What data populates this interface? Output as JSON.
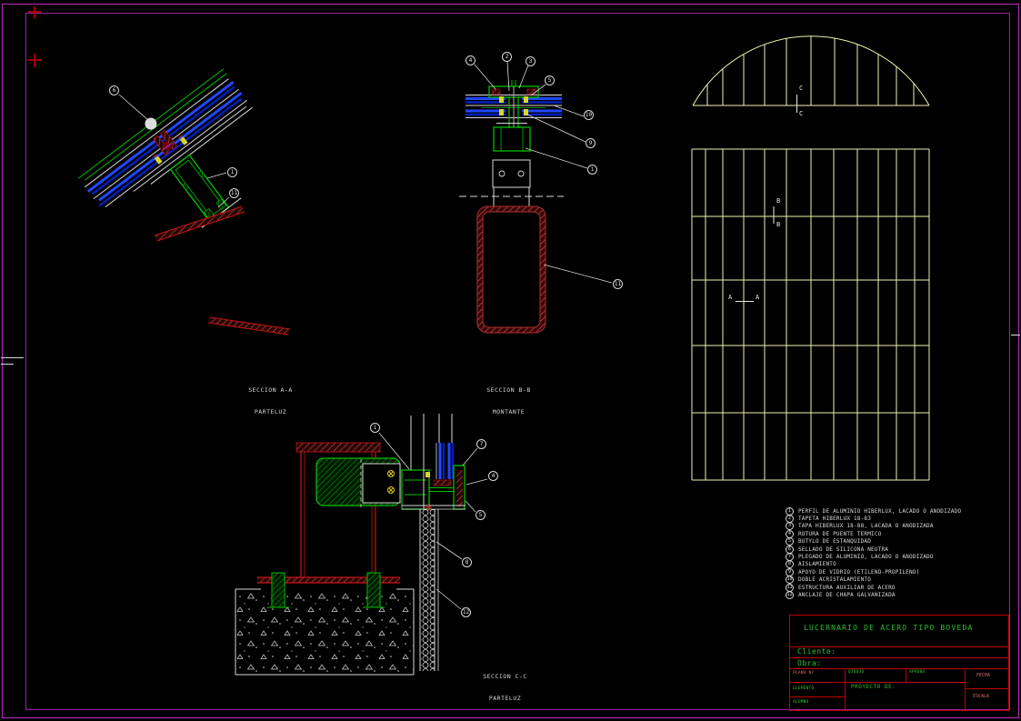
{
  "palette": {
    "border_magenta": "#B326B3",
    "pale_yellow": "#EFEFAF",
    "cad_green": "#00C000",
    "cad_blue": "#2247FF",
    "cad_dark_blue": "#0020C0",
    "cad_red": "#C81414",
    "cad_dark_red": "#700000",
    "cad_white": "#E8E8E8",
    "cad_yellow": "#D8D820",
    "title_green": "#2EC22E",
    "label_red": "#E06868"
  },
  "sections": {
    "aa": {
      "line1": "SECCION A-A",
      "line2": "PARTELUZ"
    },
    "bb": {
      "line1": "SECCION B-B",
      "line2": "MONTANTE"
    },
    "cc": {
      "line1": "SECCION C-C",
      "line2": "PARTELUZ"
    }
  },
  "plan_marks": {
    "c_top": "C",
    "c_bottom": "C",
    "b_top": "B",
    "b_bottom": "B",
    "a_left": "A",
    "a_right": "A"
  },
  "legend": {
    "items": [
      {
        "num": "1",
        "text": "PERFIL DE ALUMINIO HIBERLUX, LACADO O ANODIZADO"
      },
      {
        "num": "2",
        "text": "TAPETA HIBERLUX 18-83"
      },
      {
        "num": "3",
        "text": "TAPA HIBERLUX 18-88, LACADA O ANODIZADA"
      },
      {
        "num": "4",
        "text": "ROTURA DE PUENTE TERMICO"
      },
      {
        "num": "5",
        "text": "BUTYLO DE ESTANQUIDAD"
      },
      {
        "num": "6",
        "text": "SELLADO DE SILICONA NEUTRA"
      },
      {
        "num": "7",
        "text": "PLEGADO DE ALUMINIO, LACADO O ANODIZADO"
      },
      {
        "num": "8",
        "text": "AISLAMIENTO"
      },
      {
        "num": "9",
        "text": "APOYO DE VIDRIO (ETILENO-PROPILENO)"
      },
      {
        "num": "10",
        "text": "DOBLE ACRISTALAMIENTO"
      },
      {
        "num": "11",
        "text": "ESTRUCTURA AUXILIAR DE ACERO"
      },
      {
        "num": "12",
        "text": "ANCLAJE DE CHAPA GALVANIZADA"
      }
    ]
  },
  "title_block": {
    "title": "LUCERNARIO DE ACERO TIPO BOVEDA",
    "cliente": "Cliente:",
    "obra": "Obra:",
    "plano": "PLANO Nº",
    "dibujo": "DIBUJO",
    "aprobo": "APROBO",
    "fecha": "FECHA",
    "elemento": "ELEMENTO",
    "alumno": "ALUMNO",
    "proyecto": "PROYECTO DE:",
    "escala": "ESCALA"
  },
  "callouts": {
    "aa": [
      {
        "num": "6"
      },
      {
        "num": "1"
      },
      {
        "num": "11"
      }
    ],
    "bb": [
      {
        "num": "4"
      },
      {
        "num": "2"
      },
      {
        "num": "3"
      },
      {
        "num": "5"
      },
      {
        "num": "10"
      },
      {
        "num": "9"
      },
      {
        "num": "1"
      },
      {
        "num": "11"
      }
    ],
    "cc": [
      {
        "num": "1"
      },
      {
        "num": "7"
      },
      {
        "num": "4"
      },
      {
        "num": "5"
      },
      {
        "num": "8"
      },
      {
        "num": "12"
      }
    ]
  }
}
